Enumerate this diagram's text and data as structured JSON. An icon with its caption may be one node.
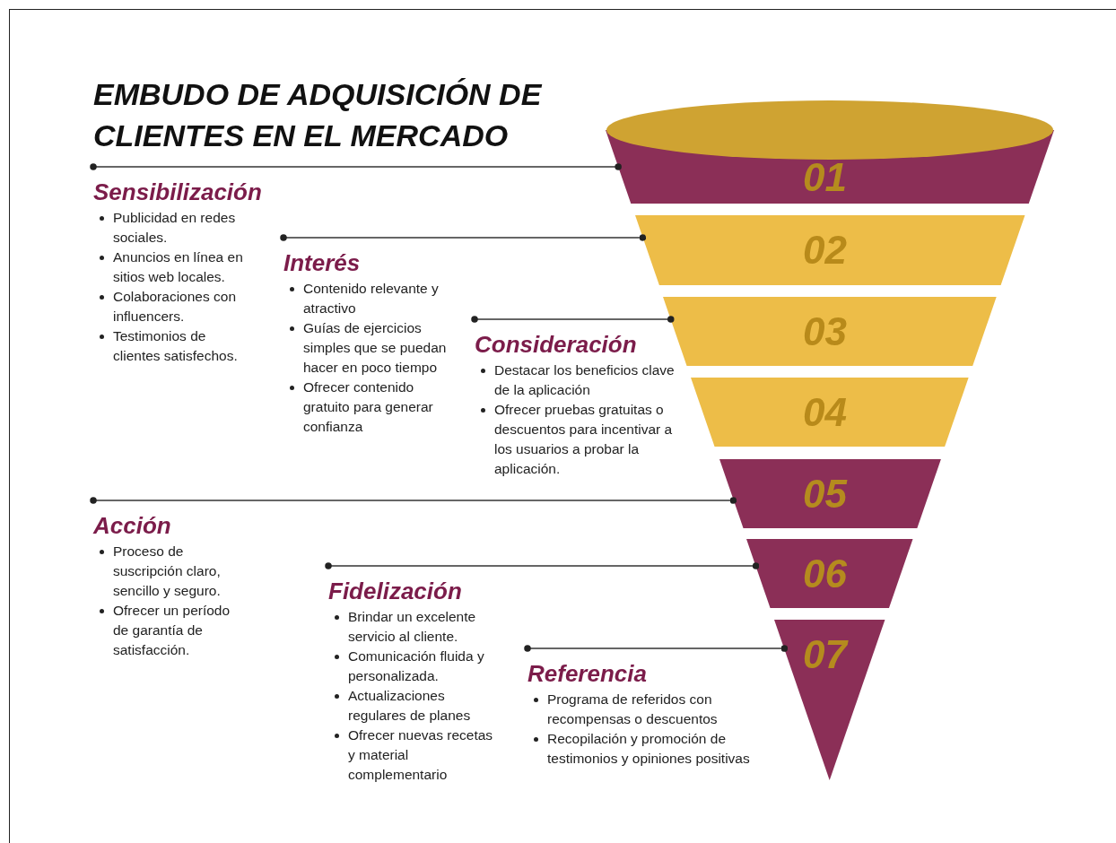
{
  "diagram": {
    "title": "EMBUDO DE ADQUISICIÓN DE CLIENTES EN EL MERCADO",
    "nodes": [
      {
        "text": [
          "01"
        ]
      },
      {
        "text": [
          "02"
        ]
      },
      {
        "text": [
          "03"
        ]
      },
      {
        "text": [
          "04"
        ]
      },
      {
        "text": [
          "05"
        ]
      },
      {
        "text": [
          "06"
        ]
      },
      {
        "text": [
          "07"
        ]
      },
      {
        "text": [
          "Sensibilización",
          "Publicidad en redes sociales.",
          "Anuncios en línea en sitios web locales.",
          "Colaboraciones con influencers.",
          "Testimonios de clientes satisfechos."
        ]
      },
      {
        "text": [
          "Interés",
          "Contenido relevante y atractivo",
          "Guías de ejercicios simples que se puedan hacer en poco tiempo",
          "Ofrecer contenido gratuito para generar confianza"
        ]
      },
      {
        "text": [
          "Consideración",
          "Destacar los beneficios clave de la aplicación",
          "Ofrecer pruebas gratuitas o descuentos para incentivar a los usuarios a probar la aplicación."
        ]
      },
      {
        "text": [
          "Acción",
          "Proceso de suscripción claro, sencillo y seguro.",
          "Ofrecer un período de garantía de satisfacción."
        ]
      },
      {
        "text": [
          "Fidelización",
          "Brindar un excelente servicio al cliente.",
          "Comunicación fluida y personalizada.",
          "Actualizaciones regulares de planes",
          "Ofrecer nuevas recetas y material complementario"
        ]
      },
      {
        "text": [
          "Referencia",
          "Programa de referidos con recompensas o descuentos",
          "Recopilación y promoción de testimonios y opiniones positivas"
        ]
      }
    ],
    "edges": [
      {
        "from": 7,
        "to": 0,
        "arrow": "other"
      },
      {
        "from": 8,
        "to": 1,
        "arrow": "other"
      },
      {
        "from": 9,
        "to": 2,
        "arrow": "other"
      },
      {
        "from": 10,
        "to": 4,
        "arrow": "other"
      },
      {
        "from": 11,
        "to": 5,
        "arrow": "other"
      },
      {
        "from": 12,
        "to": 6,
        "arrow": "other"
      }
    ]
  }
}
